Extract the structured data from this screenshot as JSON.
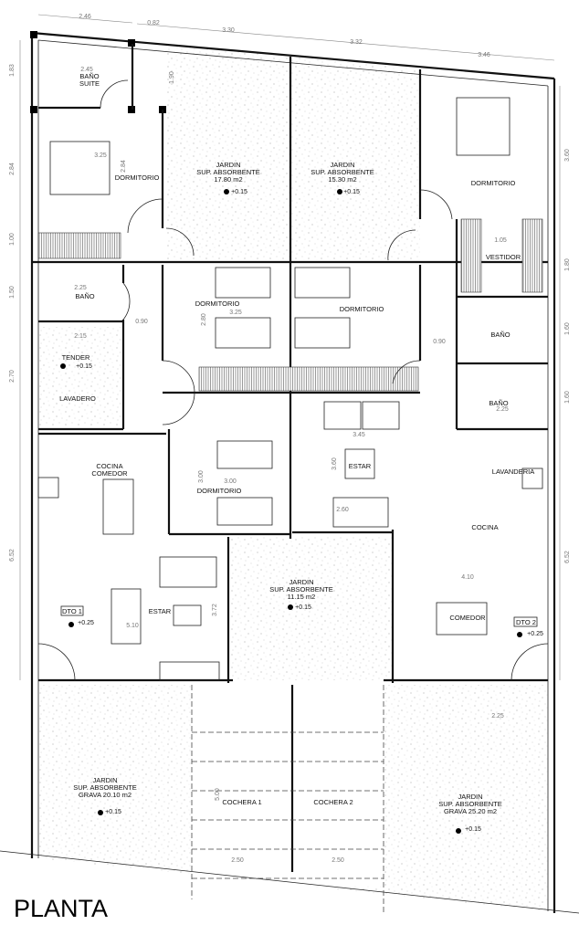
{
  "title": "PLANTA",
  "dimensions": {
    "top": [
      "2.46",
      "0.82",
      "3.30",
      "3.32",
      "3.46"
    ],
    "left": [
      "1.83",
      "2.84",
      "1.00",
      "1.50",
      "2.70",
      "6.52"
    ],
    "right": [
      "3.60",
      "1.80",
      "1.60",
      "1.60",
      "6.52"
    ],
    "interior": {
      "suite_bath_w": "2.45",
      "suite_bath_h": "1.90",
      "dorm1_w": "3.25",
      "dorm1_h": "2.84",
      "bath_w": "2.25",
      "hall_left": "0.90",
      "dorm_center_w": "3.25",
      "dorm_center_h": "2.80",
      "hall_right": "0.90",
      "vestidor_w": "1.05",
      "bath2_w": "2.25",
      "tender_w": "2.15",
      "estar2_w": "3.45",
      "estar2_h": "3.60",
      "sofa_w": "2.60",
      "dorm_low_w": "3.00",
      "dorm_low_h": "3.00",
      "estar1_w": "5.10",
      "estar1_h": "3.72",
      "comedor_w": "4.10",
      "cochera_h": "5.00",
      "cochera1_w": "2.50",
      "cochera2_w": "2.50",
      "garden_right_w": "2.25"
    }
  },
  "rooms": {
    "bano_suite": [
      "BAÑO",
      "SUITE"
    ],
    "dormitorio_1": "DORMITORIO",
    "jardin_1": [
      "JARDIN",
      "SUP. ABSORBENTE",
      "17.80 m2",
      "+0.15"
    ],
    "jardin_2": [
      "JARDIN",
      "SUP. ABSORBENTE",
      "15.30 m2",
      "+0.15"
    ],
    "dormitorio_2": "DORMITORIO",
    "vestidor": "VESTIDOR",
    "bano_1": "BAÑO",
    "dormitorio_3": "DORMITORIO",
    "dormitorio_4": "DORMITORIO",
    "bano_2": "BAÑO",
    "bano_3": "BAÑO",
    "tender": [
      "TENDER",
      "+0.15"
    ],
    "lavadero": "LAVADERO",
    "estar_2": "ESTAR",
    "cocina_comedor": [
      "COCINA",
      "COMEDOR"
    ],
    "dormitorio_5": "DORMITORIO",
    "lavanderia": "LAVANDERIA",
    "cocina": "COCINA",
    "jardin_3": [
      "JARDIN",
      "SUP. ABSORBENTE",
      "11.15 m2",
      "+0.15"
    ],
    "estar_1": "ESTAR",
    "dto_1": [
      "DTO 1",
      "+0.25"
    ],
    "comedor": "COMEDOR",
    "dto_2": [
      "DTO 2",
      "+0.25"
    ],
    "jardin_4": [
      "JARDIN",
      "SUP. ABSORBENTE",
      "GRAVA 20.10 m2",
      "+0.15"
    ],
    "cochera_1": "COCHERA 1",
    "cochera_2": "COCHERA 2",
    "jardin_5": [
      "JARDIN",
      "SUP. ABSORBENTE",
      "GRAVA 25.20 m2",
      "+0.15"
    ]
  }
}
